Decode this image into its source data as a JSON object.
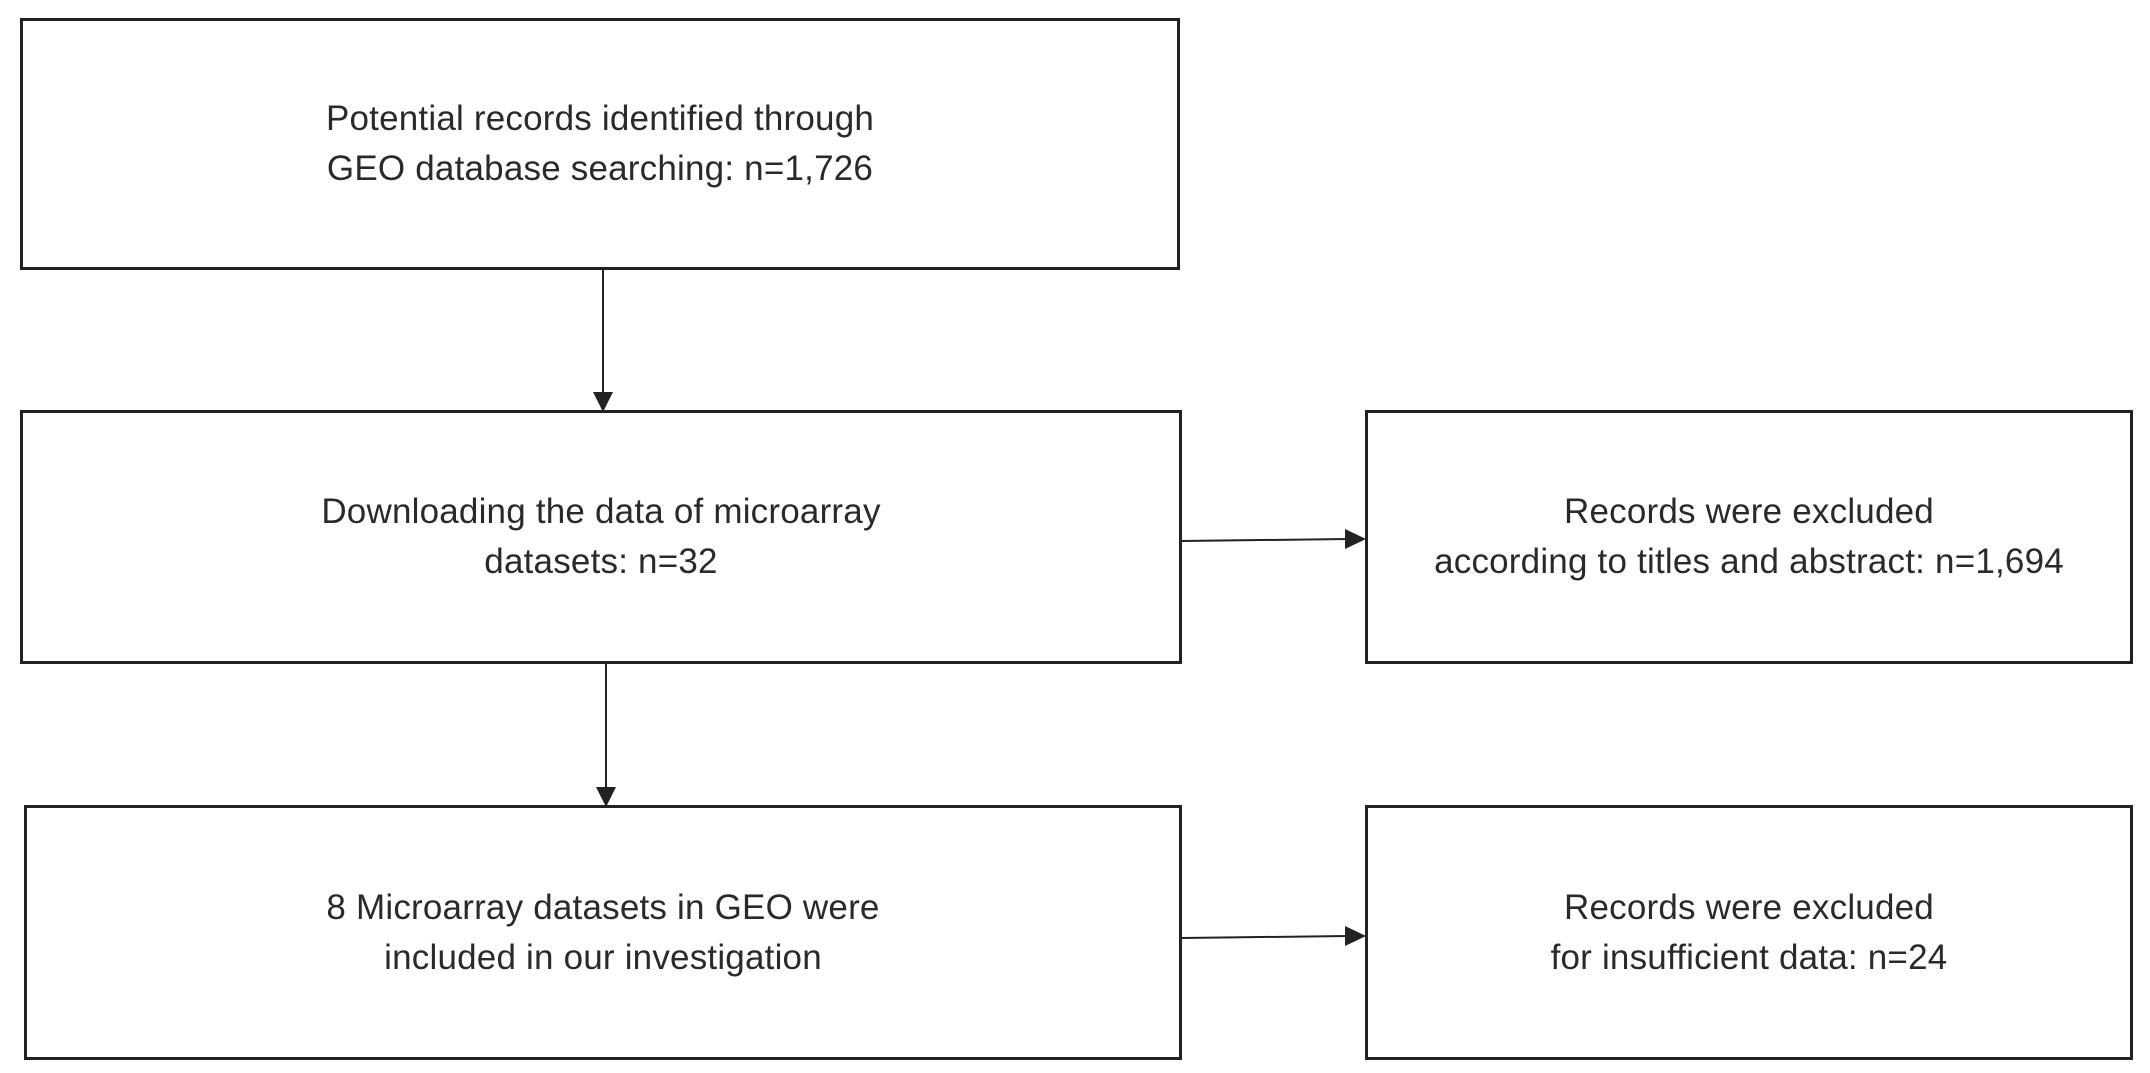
{
  "flowchart": {
    "boxes": {
      "records_identified": {
        "line1": "Potential records identified through",
        "line2": "GEO database searching: n=1,726"
      },
      "downloading": {
        "line1": "Downloading the data of microarray",
        "line2": "datasets: n=32"
      },
      "excluded_titles": {
        "line1": "Records were excluded",
        "line2": "according to titles and abstract: n=1,694"
      },
      "included": {
        "line1": "8 Microarray datasets in GEO were",
        "line2": "included in our investigation"
      },
      "excluded_data": {
        "line1": "Records were excluded",
        "line2": "for insufficient data: n=24"
      }
    },
    "colors": {
      "stroke": "#222222",
      "text": "#2a2a2a",
      "background": "#ffffff"
    }
  }
}
